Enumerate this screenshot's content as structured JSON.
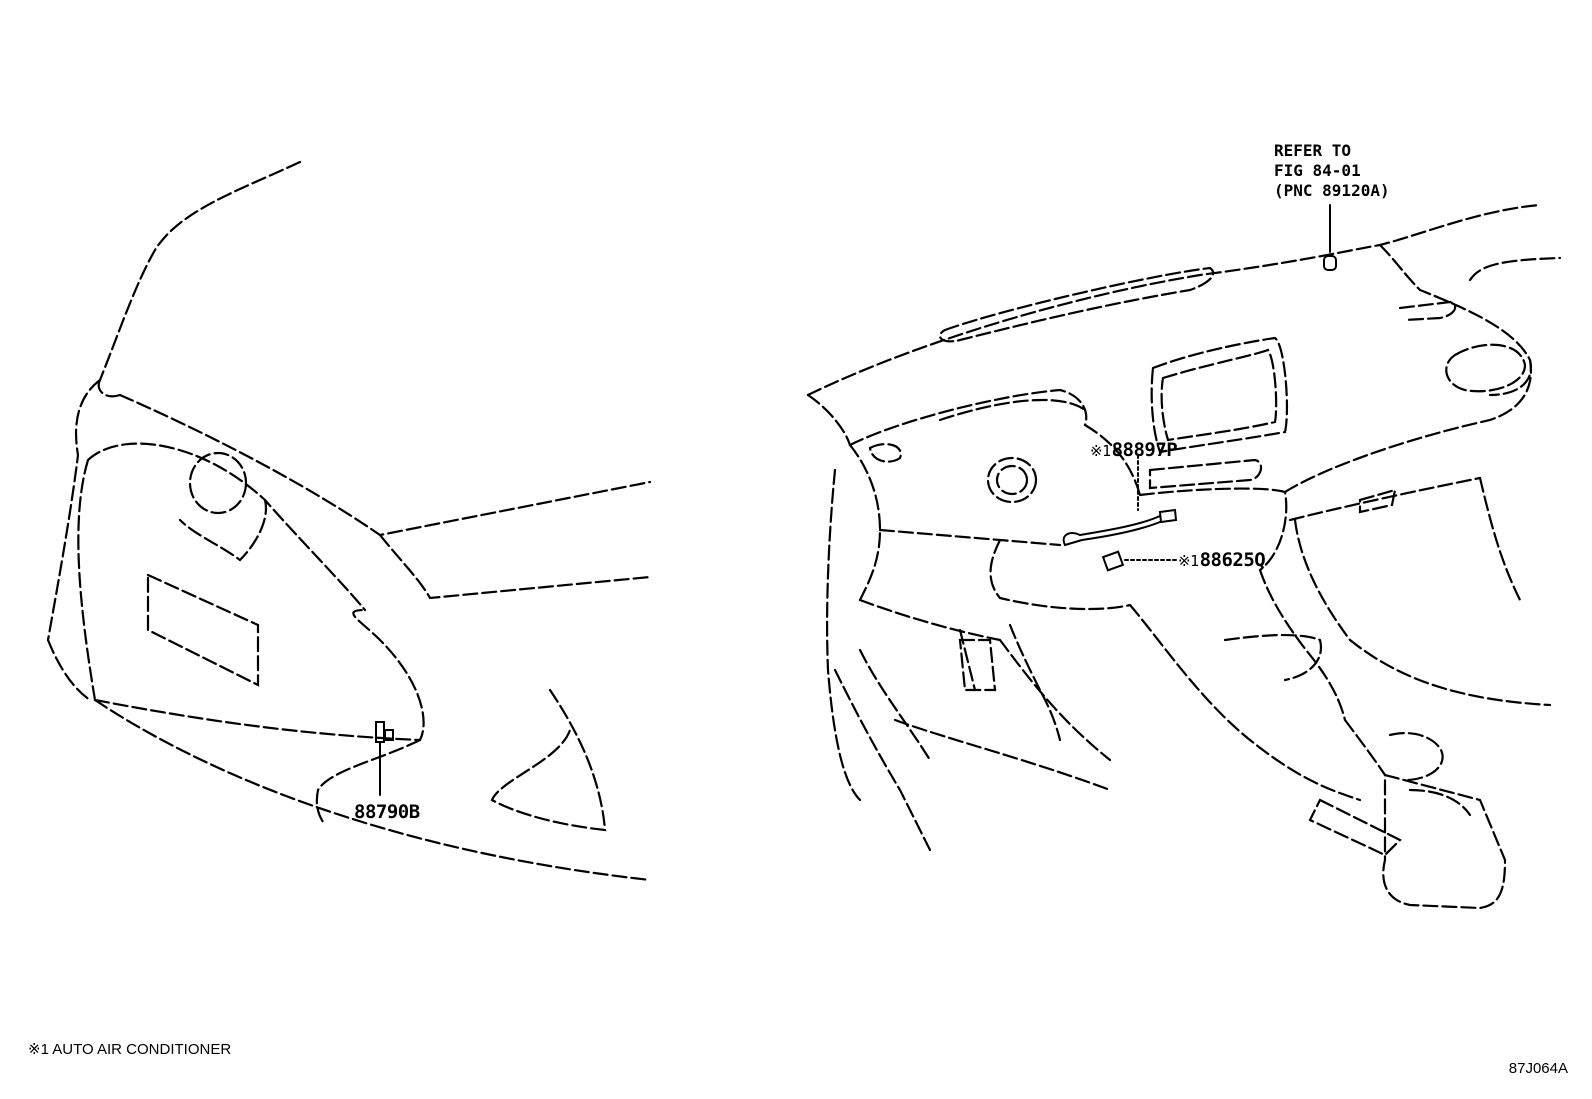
{
  "refer_note": {
    "line1": "REFER TO",
    "line2": "FIG 84-01",
    "line3": "(PNC 89120A)"
  },
  "callouts": {
    "sensor_front": {
      "code": "88790B"
    },
    "sensor_dash": {
      "mark": "※1",
      "code": "88897P"
    },
    "sensor_lower": {
      "mark": "※1",
      "code": "88625Q"
    }
  },
  "footnote": {
    "text": "※1 AUTO AIR CONDITIONER"
  },
  "figure_code": "87J064A",
  "colors": {
    "line": "#000000",
    "background": "#ffffff"
  }
}
